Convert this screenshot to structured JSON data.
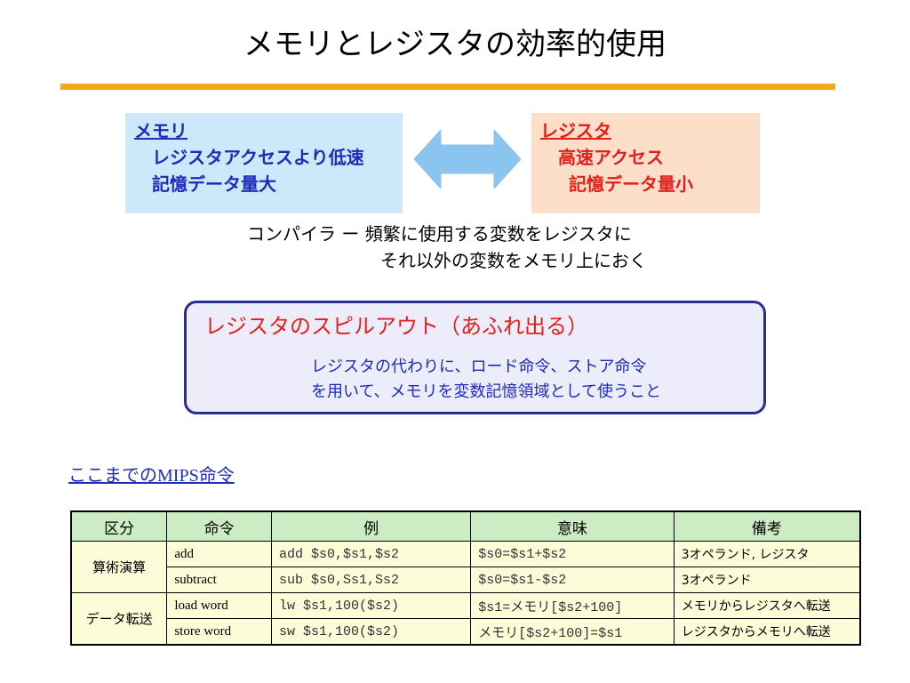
{
  "title": "メモリとレジスタの効率的使用",
  "memory_box": {
    "heading": "メモリ",
    "line1": "レジスタアクセスより低速",
    "line2": "記憶データ量大"
  },
  "register_box": {
    "heading": "レジスタ",
    "line1": "高速アクセス",
    "line2": "記憶データ量小"
  },
  "compiler": {
    "line1": "コンパイラ ー 頻繁に使用する変数をレジスタに",
    "line2": "それ以外の変数をメモリ上におく"
  },
  "spill": {
    "title": "レジスタのスピルアウト（あふれ出る）",
    "line1": "レジスタの代わりに、ロード命令、ストア命令",
    "line2": "を用いて、メモリを変数記憶領域として使うこと"
  },
  "mips_heading": "ここまでのMIPS命令",
  "table": {
    "headers": [
      "区分",
      "命令",
      "例",
      "意味",
      "備考"
    ],
    "groups": [
      {
        "category": "算術演算",
        "rows": [
          {
            "instr": "add",
            "example": "add $s0,$s1,$s2",
            "meaning": "$s0=$s1+$s2",
            "note": "3オペランド, レジスタ"
          },
          {
            "instr": "subtract",
            "example": "sub $s0,Ss1,Ss2",
            "meaning": "$s0=$s1-$s2",
            "note": "3オペランド"
          }
        ]
      },
      {
        "category": "データ転送",
        "rows": [
          {
            "instr": "load word",
            "example": "lw $s1,100($s2)",
            "meaning": "$s1=メモリ[$s2+100]",
            "note": "メモリからレジスタへ転送"
          },
          {
            "instr": "store word",
            "example": "sw $s1,100($s2)",
            "meaning": "メモリ[$s2+100]=$s1",
            "note": "レジスタからメモリへ転送"
          }
        ]
      }
    ]
  },
  "colors": {
    "accent_rule": "#f2a81d",
    "memory_bg": "#cce8fa",
    "register_bg": "#fddfc9",
    "arrow": "#8cc4f0",
    "blue_text": "#1c2db8",
    "red_text": "#e2201a",
    "table_header_bg": "#ccecc4",
    "table_body_bg": "#fcfcd8"
  },
  "icons": {
    "exchange": "double-headed-arrow-icon"
  }
}
